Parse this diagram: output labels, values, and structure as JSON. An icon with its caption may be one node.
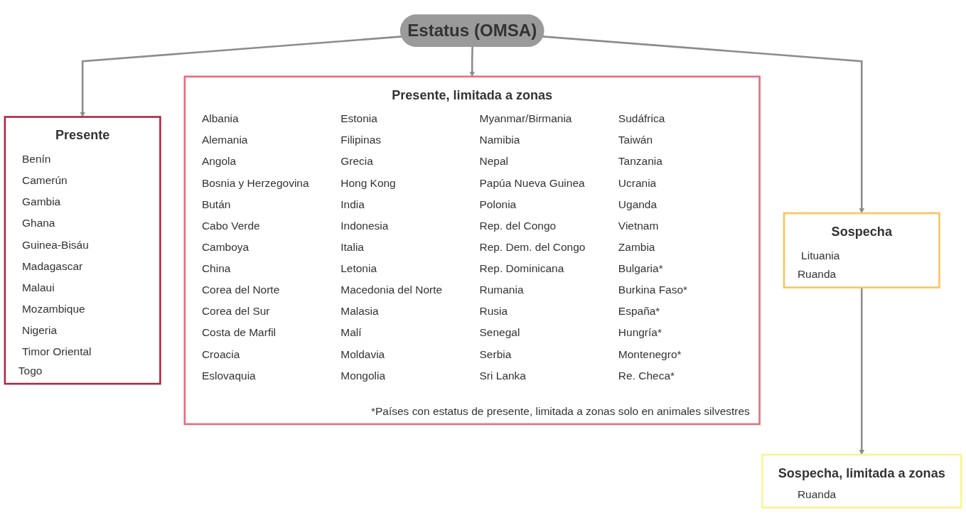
{
  "diagram": {
    "nodes": [
      {
        "text": [
          "Estatus (OMSA)"
        ]
      },
      {
        "text": [
          "Presente",
          "Benín",
          "Camerún",
          "Gambia",
          "Ghana",
          "Guinea-Bisáu",
          "Madagascar",
          "Malaui",
          "Mozambique",
          "Nigeria",
          "Timor Oriental",
          "Togo"
        ]
      },
      {
        "text": [
          "Presente, limitada a zonas",
          "Albania",
          "Alemania",
          "Angola",
          "Bosnia y Herzegovina",
          "Bután",
          "Cabo Verde",
          "Camboya",
          "China",
          "Corea del Norte",
          "Corea del Sur",
          "Costa de Marfil",
          "Croacia",
          "Eslovaquia",
          "Estonia",
          "Filipinas",
          "Grecia",
          "Hong Kong",
          "India",
          "Indonesia",
          "Italia",
          "Letonia",
          "Macedonia del Norte",
          "Malasia",
          "Malí",
          "Moldavia",
          "Mongolia",
          "Myanmar/Birmania",
          "Namibia",
          "Nepal",
          "Papúa Nueva Guinea",
          "Polonia",
          "Rep. del Congo",
          "Rep. Dem. del Congo",
          "Rep. Dominicana",
          "Rumania",
          "Rusia",
          "Senegal",
          "Serbia",
          "Sri Lanka",
          "Sudáfrica",
          "Taiwán",
          "Tanzania",
          "Ucrania",
          "Uganda",
          "Vietnam",
          "Zambia",
          "Bulgaria*",
          "Burkina Faso*",
          "España*",
          "Hungría*",
          "Montenegro*",
          "Re. Checa*",
          "*Países con estatus de presente, limitada a zonas solo en animales silvestres"
        ]
      },
      {
        "text": [
          "Sospecha",
          "Lituania",
          "Ruanda"
        ]
      },
      {
        "text": [
          "Sospecha, limitada a zonas",
          "Ruanda"
        ]
      }
    ],
    "edges": [
      {
        "from": 0,
        "to": 1,
        "arrow": "to"
      },
      {
        "from": 0,
        "to": 2,
        "arrow": "to"
      },
      {
        "from": 0,
        "to": 3,
        "arrow": "to"
      },
      {
        "from": 3,
        "to": 4,
        "arrow": "to"
      }
    ]
  }
}
